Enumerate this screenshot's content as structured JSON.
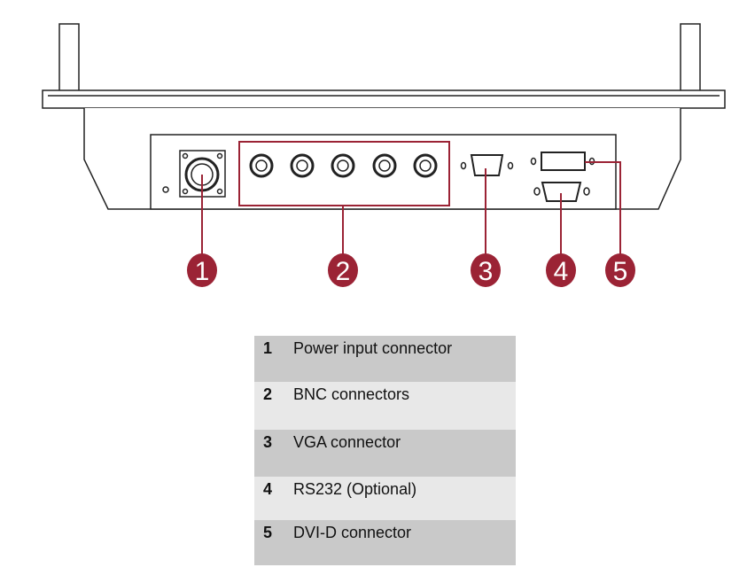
{
  "colors": {
    "callout": "#9b2335",
    "outline": "#222222",
    "row_dark": "#c9c9c9",
    "row_light": "#e8e8e8"
  },
  "callouts": [
    "1",
    "2",
    "3",
    "4",
    "5"
  ],
  "legend": [
    {
      "number": "1",
      "label": "Power input connector"
    },
    {
      "number": "2",
      "label": "BNC connectors"
    },
    {
      "number": "3",
      "label": "VGA connector"
    },
    {
      "number": "4",
      "label": "RS232 (Optional)"
    },
    {
      "number": "5",
      "label": "DVI-D connector"
    }
  ]
}
